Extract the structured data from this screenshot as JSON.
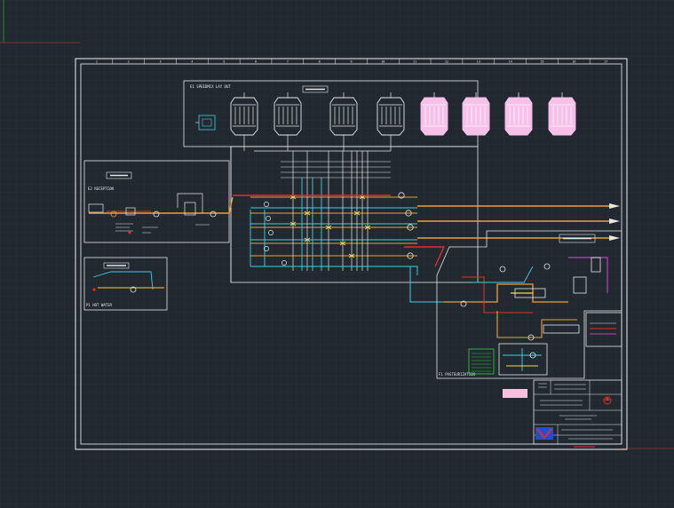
{
  "sheet": {
    "column_labels": [
      "1",
      "2",
      "3",
      "4",
      "5",
      "6",
      "7",
      "8",
      "9",
      "10",
      "11",
      "12",
      "13",
      "14",
      "15",
      "16",
      "17"
    ]
  },
  "section_labels": {
    "top_center": "E1  SPEEDMIX LAY OUT",
    "left_upper": "E2  RECEPTION",
    "left_lower": "P1  HOT WATER",
    "bottom_right": "F1  PASTEURIZATION"
  },
  "colors": {
    "background": "#212830",
    "grid": "#2c3440",
    "border": "#f2f2f2",
    "pipe_orange": "#f0a030",
    "pipe_red": "#e03020",
    "pipe_cyan": "#40d0e0",
    "pipe_yellow": "#f0e040",
    "pipe_white": "#e8e8e8",
    "tank_pink": "#f7c0e8",
    "legend_green": "#30c040",
    "stamp_pink": "#f7c0e0",
    "logo_blue": "#2050d0"
  },
  "icons": {
    "tank": "cylindrical-mixing-tank-icon",
    "pump": "pump-icon",
    "valve": "valve-icon",
    "logo": "company-logo-icon"
  }
}
